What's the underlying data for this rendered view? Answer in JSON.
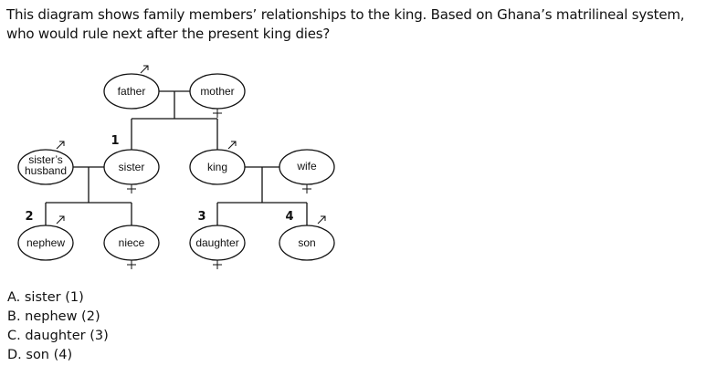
{
  "question": "This diagram shows family members’ relationships to the king. Based on Ghana’s matrilineal system, who would rule next after the present king dies?",
  "nodes": {
    "father": {
      "label": "father",
      "symbol": "male"
    },
    "mother": {
      "label": "mother",
      "symbol": "female"
    },
    "sisters_husband": {
      "label_line1": "sister’s",
      "label_line2": "husband",
      "symbol": "male"
    },
    "sister": {
      "label": "sister",
      "symbol": "female",
      "number": "1"
    },
    "king": {
      "label": "king",
      "symbol": "male"
    },
    "wife": {
      "label": "wife",
      "symbol": "female"
    },
    "nephew": {
      "label": "nephew",
      "symbol": "male",
      "number": "2"
    },
    "niece": {
      "label": "niece",
      "symbol": "female"
    },
    "daughter": {
      "label": "daughter",
      "symbol": "female",
      "number": "3"
    },
    "son": {
      "label": "son",
      "symbol": "male",
      "number": "4"
    }
  },
  "answers": [
    "A. sister (1)",
    "B. nephew (2)",
    "C. daughter (3)",
    "D. son (4)"
  ]
}
